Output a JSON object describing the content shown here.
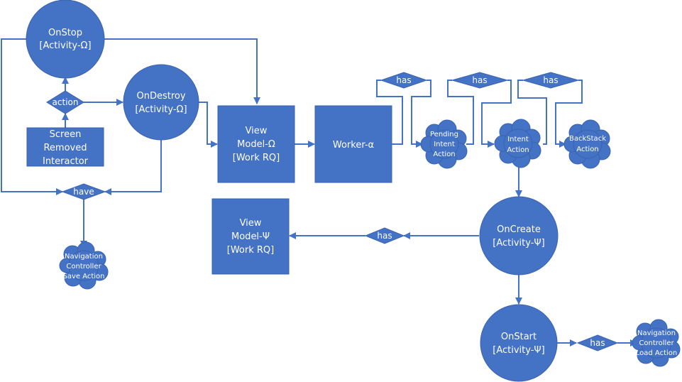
{
  "colors": {
    "node": "#4472C4",
    "edge": "#4472C4",
    "text": "#ffffff",
    "background": "#ffffff"
  },
  "nodes": {
    "onstop": {
      "line1": "OnStop",
      "line2": "[Activity-Ω]"
    },
    "ondestroy": {
      "line1": "OnDestroy",
      "line2": "[Activity-Ω]"
    },
    "oncreate": {
      "line1": "OnCreate",
      "line2": "[Activity-Ψ]"
    },
    "onstart": {
      "line1": "OnStart",
      "line2": "[Activity-Ψ]"
    },
    "screen_removed": {
      "line1": "Screen",
      "line2": "Removed",
      "line3": "Interactor"
    },
    "viewmodel_omega": {
      "line1": "View",
      "line2": "Model-Ω",
      "line3": "[Work RQ]"
    },
    "viewmodel_psi": {
      "line1": "View",
      "line2": "Model-Ψ",
      "line3": "[Work RQ]"
    },
    "worker": {
      "label": "Worker-α"
    },
    "pending_intent": {
      "line1": "Pending",
      "line2": "Intent",
      "line3": "Action"
    },
    "intent_action": {
      "line1": "Intent",
      "line2": "Action"
    },
    "backstack_action": {
      "line1": "BackStack",
      "line2": "Action"
    },
    "nav_save": {
      "line1": "Navigation",
      "line2": "Controller",
      "line3": "Save Action"
    },
    "nav_load": {
      "line1": "Navigation",
      "line2": "Controller",
      "line3": "Load Action"
    }
  },
  "decisions": {
    "action": "action",
    "have": "have",
    "has_pending": "has",
    "has_intent": "has",
    "has_backstack": "has",
    "has_viewmodel": "has",
    "has_load": "has"
  }
}
